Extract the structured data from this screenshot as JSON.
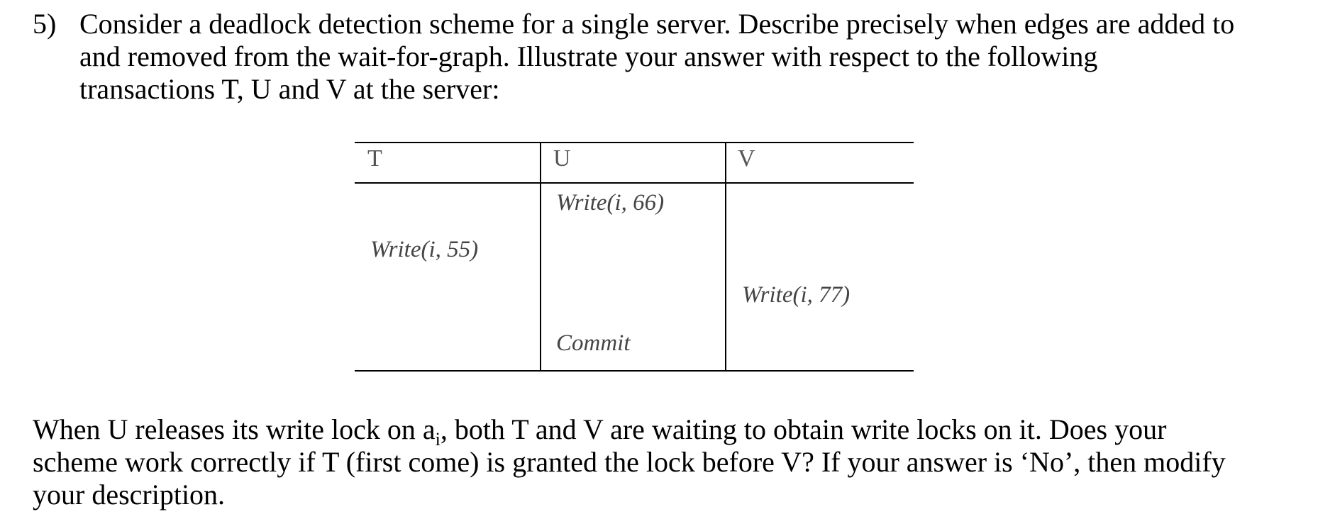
{
  "question": {
    "number": "5)",
    "partial_line_above": "",
    "lines": [
      "Consider a deadlock detection scheme for a single server. Describe precisely when edges are added to",
      "and removed from the wait-for-graph. Illustrate your answer with respect to the following",
      "transactions T, U and V at the server:"
    ]
  },
  "table": {
    "headers": [
      "T",
      "U",
      "V"
    ],
    "operations": {
      "u_write": "Write(i, 66)",
      "t_write": "Write(i, 55)",
      "v_write": "Write(i, 77)",
      "u_commit": "Commit"
    }
  },
  "followup": {
    "line1_before": "When U releases its write lock on a",
    "line1_sub": "i",
    "line1_after": ", both T and V are waiting to obtain write locks on it. Does your",
    "line2": "scheme work correctly if T (first come) is granted the lock before V? If your answer is ‘No’, then modify",
    "line3": "your description."
  }
}
